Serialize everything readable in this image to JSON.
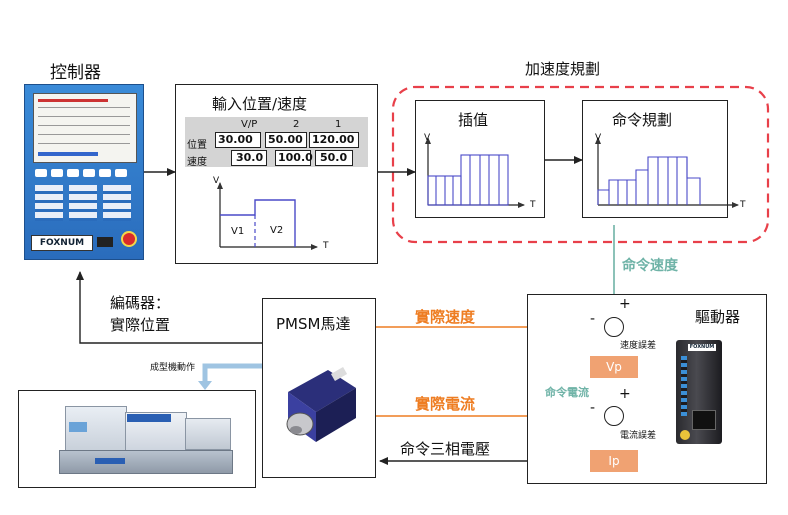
{
  "controller": {
    "title": "控制器",
    "brand": "FOXNUM"
  },
  "input_box": {
    "title": "輸入位置/速度",
    "header_vp": "V/P",
    "header_2": "2",
    "header_1": "1",
    "row_pos_label": "位置",
    "row_speed_label": "速度",
    "pos_values": [
      "30.00",
      "50.00",
      "120.00"
    ],
    "speed_values": [
      "30.0",
      "100.0",
      "50.0"
    ],
    "axis_v": "V",
    "axis_t": "T",
    "v1": "V1",
    "v2": "V2"
  },
  "accel_group": {
    "title": "加速度規劃"
  },
  "interp_box": {
    "title": "插值",
    "axis_v": "V",
    "axis_t": "T"
  },
  "cmd_plan_box": {
    "title": "命令規劃",
    "axis_v": "V",
    "axis_t": "T"
  },
  "signals": {
    "cmd_speed": "命令速度",
    "actual_speed": "實際速度",
    "actual_current": "實際電流",
    "cmd_current": "命令電流",
    "cmd_voltage": "命令三相電壓",
    "encoder_line1": "編碼器：",
    "encoder_line2": "實際位置",
    "machine_action": "成型機動作"
  },
  "motor": {
    "title": "PMSM馬達"
  },
  "driver": {
    "title": "驅動器",
    "speed_error": "速度誤差",
    "current_error": "電流誤差",
    "vp": "Vp",
    "ip": "Ip",
    "plus1": "+",
    "minus1": "-",
    "plus2": "+",
    "minus2": "-",
    "brand": "FOXNUM"
  },
  "colors": {
    "orange": "#ee7d22",
    "teal": "#6fb3a7",
    "dashed_red": "#e8404a",
    "plot_blue": "#4a4ac8",
    "block_orange": "#f0a272"
  }
}
